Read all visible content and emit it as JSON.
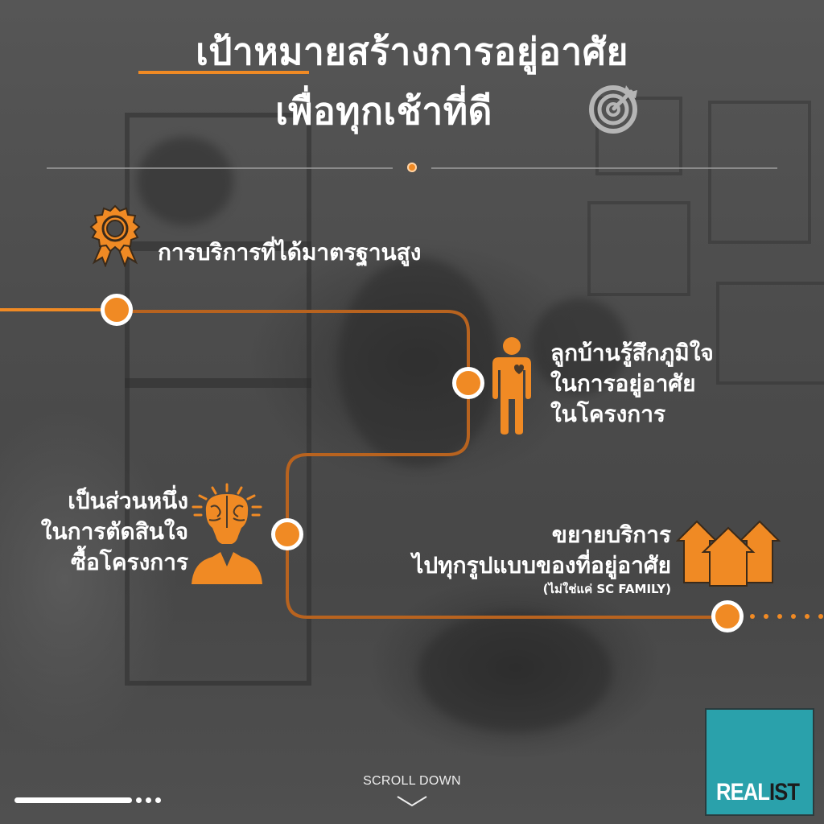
{
  "header": {
    "title_line1": "เป้าหมายสร้างการอยู่อาศัย",
    "title_line2": "เพื่อทุกเช้าที่ดี",
    "title_icon": "target-icon"
  },
  "colors": {
    "accent": "#f08a24",
    "path_line": "#b8631f",
    "text": "#ffffff",
    "brand_bg": "#2aa1ab"
  },
  "milestones": [
    {
      "label": "การบริการที่ได้มาตรฐานสูง",
      "icon": "award-ribbon-icon"
    },
    {
      "lines": [
        "ลูกบ้านรู้สึกภูมิใจ",
        "ในการอยู่อาศัย",
        "ในโครงการ"
      ],
      "icon": "person-heart-icon"
    },
    {
      "lines": [
        "เป็นส่วนหนึ่ง",
        "ในการตัดสินใจ",
        "ซื้อโครงการ"
      ],
      "icon": "brain-thinking-icon"
    },
    {
      "lines": [
        "ขยายบริการ",
        "ไปทุกรูปแบบของที่อยู่อาศัย"
      ],
      "note": "(ไม่ใช่แค่ SC FAMILY)",
      "icon": "houses-icon"
    }
  ],
  "footer": {
    "scroll_label": "SCROLL DOWN",
    "brand_part1": "REAL",
    "brand_part2": "IST",
    "carousel_pages": 4,
    "carousel_current": 1
  }
}
